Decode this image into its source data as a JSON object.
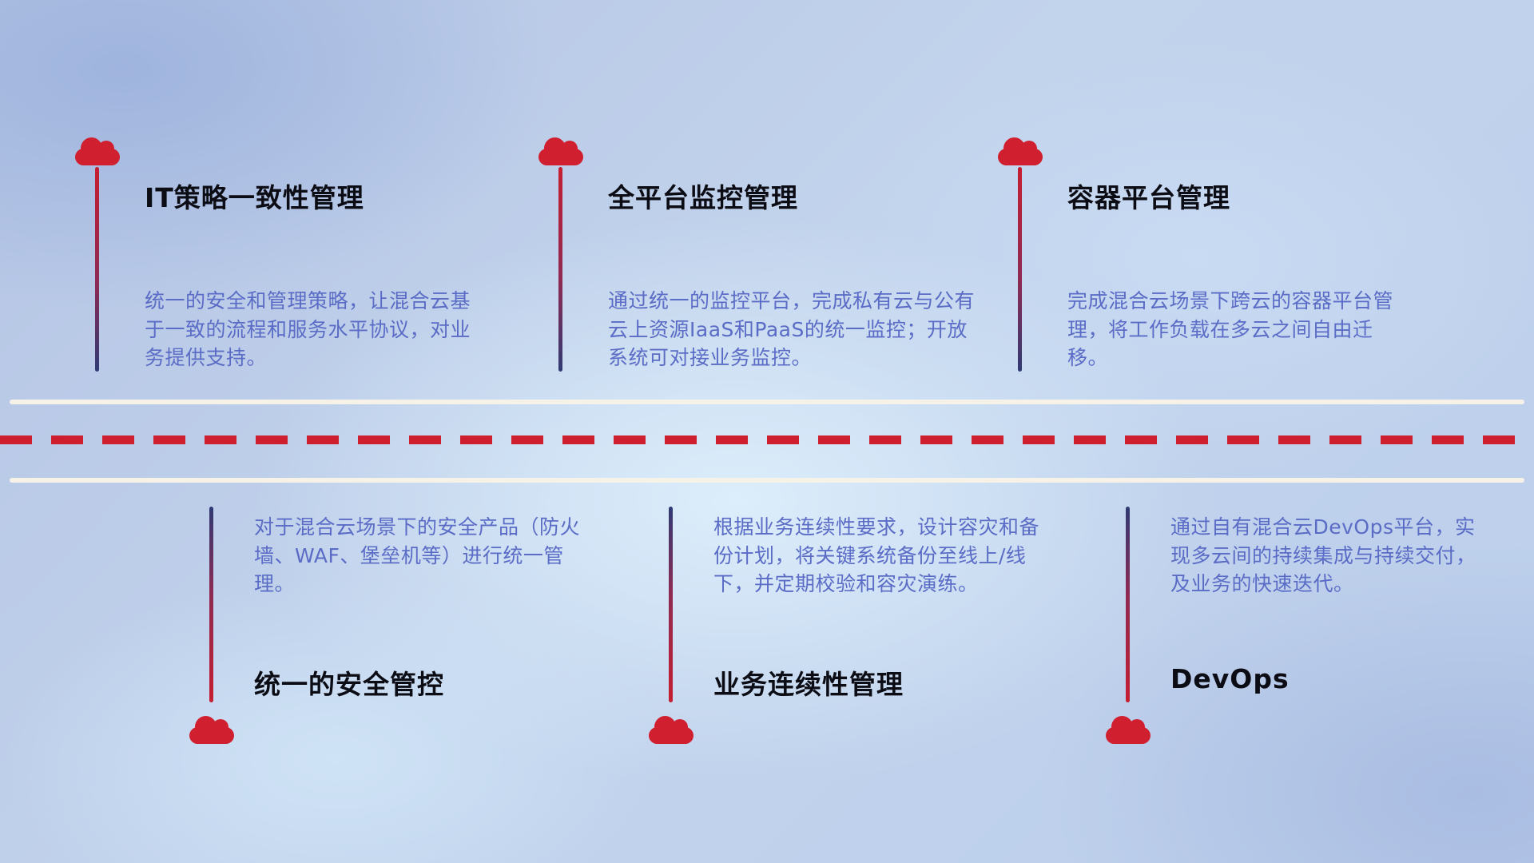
{
  "diagram": {
    "type": "timeline-road-infographic",
    "language": "zh-CN",
    "colors": {
      "cloud_red": "#d01f2f",
      "stem_navy": "#2f3a74",
      "description_text": "#5b6cc6",
      "title_text": "#0c0c14",
      "road_line": "#f7f2e8",
      "road_dash": "#ce1f2e"
    }
  },
  "items": [
    {
      "id": "it-policy",
      "title": "IT策略一致性管理",
      "description": "统一的安全和管理策略，让混合云基于一致的流程和服务水平协议，对业务提供支持。"
    },
    {
      "id": "platform-monitoring",
      "title": "全平台监控管理",
      "description": "通过统一的监控平台，完成私有云与公有云上资源IaaS和PaaS的统一监控；开放系统可对接业务监控。"
    },
    {
      "id": "container-platform",
      "title": "容器平台管理",
      "description": "完成混合云场景下跨云的容器平台管理，将工作负载在多云之间自由迁移。"
    },
    {
      "id": "unified-security",
      "title": "统一的安全管控",
      "description": "对于混合云场景下的安全产品（防火墙、WAF、堡垒机等）进行统一管理。"
    },
    {
      "id": "business-continuity",
      "title": "业务连续性管理",
      "description": "根据业务连续性要求，设计容灾和备份计划，将关键系统备份至线上/线下，并定期校验和容灾演练。"
    },
    {
      "id": "devops",
      "title": "DevOps",
      "description": "通过自有混合云DevOps平台，实现多云间的持续集成与持续交付，及业务的快速迭代。"
    }
  ]
}
